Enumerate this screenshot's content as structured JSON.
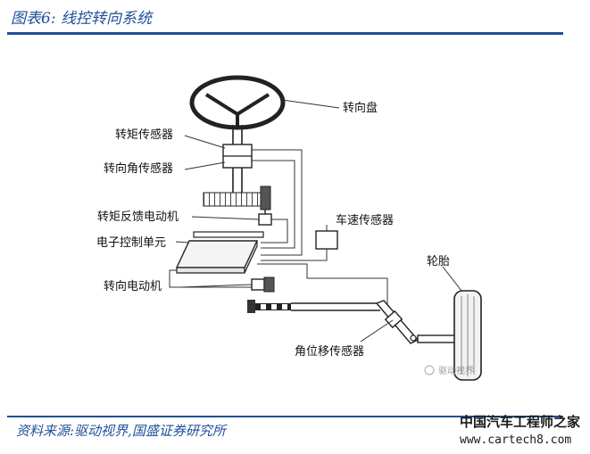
{
  "figure": {
    "title": "图表6:  线控转向系统",
    "source": "资料来源:驱动视界,国盛证券研究所"
  },
  "diagram": {
    "labels": {
      "steering_wheel": "转向盘",
      "torque_sensor": "转矩传感器",
      "angle_sensor": "转向角传感器",
      "feedback_motor": "转矩反馈电动机",
      "ecu": "电子控制单元",
      "speed_sensor": "车速传感器",
      "steering_motor": "转向电动机",
      "tire": "轮胎",
      "displacement_sensor": "角位移传感器"
    },
    "inline_watermark": "驱动视界"
  },
  "watermark": {
    "brand": "中国汽车工程师之家",
    "url": "www.cartech8.com"
  },
  "colors": {
    "heading": "#1f4f9a",
    "line": "#222222"
  }
}
